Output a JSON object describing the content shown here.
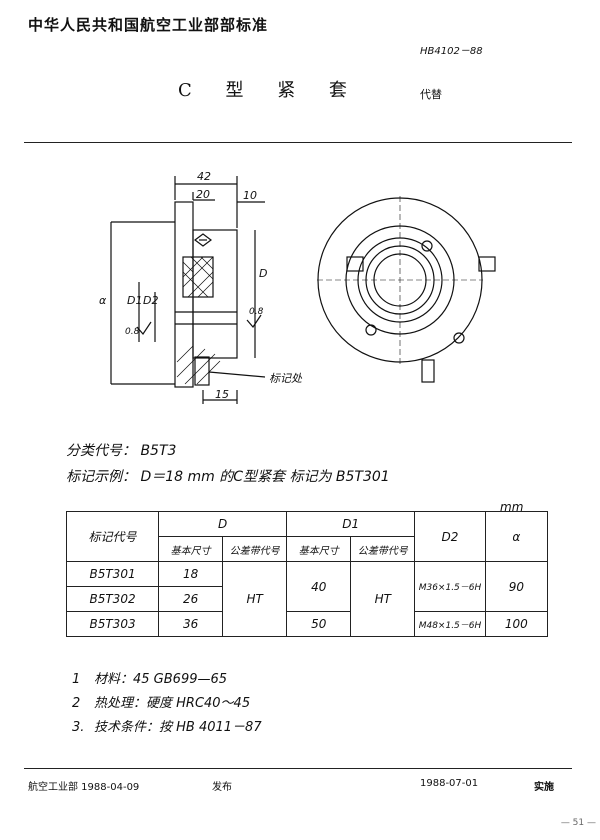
{
  "header": {
    "org": "中华人民共和国航空工业部部标准",
    "std_code": "HB4102－88",
    "title": "C 型 紧 套",
    "replace": "代替"
  },
  "drawing": {
    "dims": {
      "overall_len": "42",
      "len_20": "20",
      "len_10": "10",
      "len_15": "15",
      "d_alpha": "α",
      "d_D1": "D1",
      "d_D2": "D2",
      "d_D": "D",
      "rough_08_a": "0.8",
      "rough_08_b": "0.8",
      "mark_note": "标记处"
    }
  },
  "classification": {
    "label": "分类代号：",
    "value": "B5T3"
  },
  "example": {
    "label": "标记示例：",
    "text": "D＝18 mm 的C型紧套  标记为 B5T301"
  },
  "table": {
    "unit": "mm",
    "headers": {
      "mark": "标记代号",
      "D": "D",
      "D1": "D1",
      "D2": "D2",
      "alpha": "α",
      "basic": "基本尺寸",
      "tol": "公差带代号",
      "basic2": "基本尺寸",
      "tol2": "公差带代号"
    },
    "rows": [
      {
        "mark": "B5T301",
        "D": "18"
      },
      {
        "mark": "B5T302",
        "D": "26"
      },
      {
        "mark": "B5T303",
        "D": "36"
      }
    ],
    "D_tol": "HT",
    "D1_group1": "40",
    "D1_group2": "50",
    "D1_tol": "HT",
    "D2_group1": "M36×1.5－6H",
    "D2_group2": "M48×1.5－6H",
    "alpha_group1": "90",
    "alpha_group2": "100"
  },
  "notes": [
    {
      "n": "1",
      "text": "材料：45   GB699—65"
    },
    {
      "n": "2",
      "text": "热处理：硬度 HRC40～45"
    },
    {
      "n": "3.",
      "text": "技术条件：按 HB 4011－87"
    }
  ],
  "footer": {
    "issuer": "航空工业部  1988-04-09",
    "publish": "发布",
    "impl_date": "1988-07-01",
    "impl": "实施",
    "page_no": "— 51 —"
  }
}
